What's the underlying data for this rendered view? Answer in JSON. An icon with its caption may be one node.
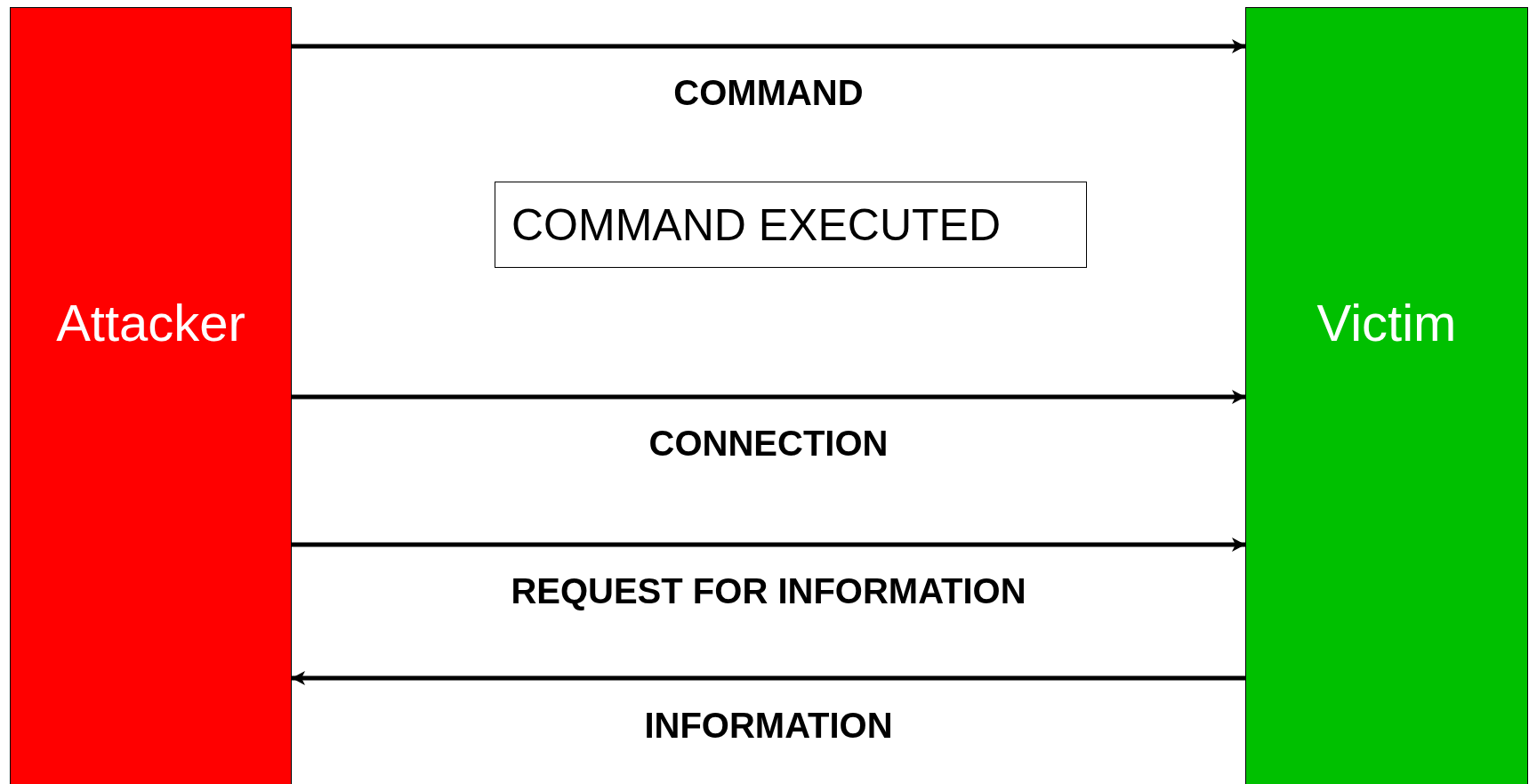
{
  "diagram": {
    "nodes": [
      {
        "text": [
          "Attacker"
        ]
      },
      {
        "text": [
          "Victim"
        ]
      },
      {
        "text": [
          "COMMAND EXECUTED"
        ]
      }
    ],
    "edges": [
      {
        "from": 0,
        "to": 1,
        "arrow": "to",
        "label": "COMMAND"
      },
      {
        "from": 0,
        "to": 1,
        "arrow": "to",
        "label": "CONNECTION"
      },
      {
        "from": 0,
        "to": 1,
        "arrow": "to",
        "label": "REQUEST FOR INFORMATION"
      },
      {
        "from": 1,
        "to": 0,
        "arrow": "to",
        "label": "INFORMATION"
      }
    ]
  }
}
